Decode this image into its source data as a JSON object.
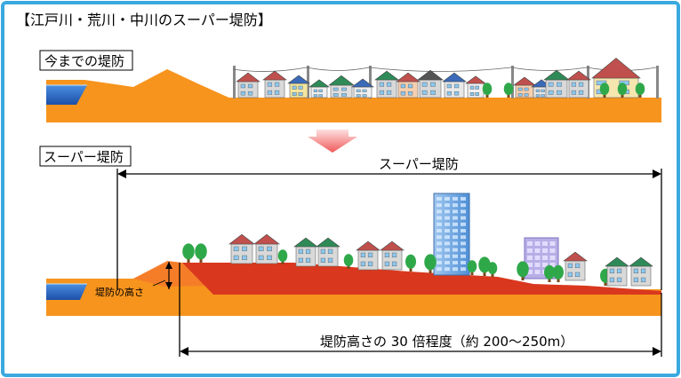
{
  "title": "【江戸川・荒川・中川のスーパー堤防】",
  "sections": {
    "current": {
      "label": "今までの堤防"
    },
    "super": {
      "label": "スーパー堤防",
      "span_label": "スーパー堤防",
      "height_label": "堤防の高さ",
      "width_label": "堤防高さの 30 倍程度（約 200～250m）"
    }
  },
  "colors": {
    "frame": "#3aa9e0",
    "ground": "#f7941d",
    "levee_top": "#d9381e",
    "water": "#1c57b8",
    "arrow": "#f05a5a"
  }
}
